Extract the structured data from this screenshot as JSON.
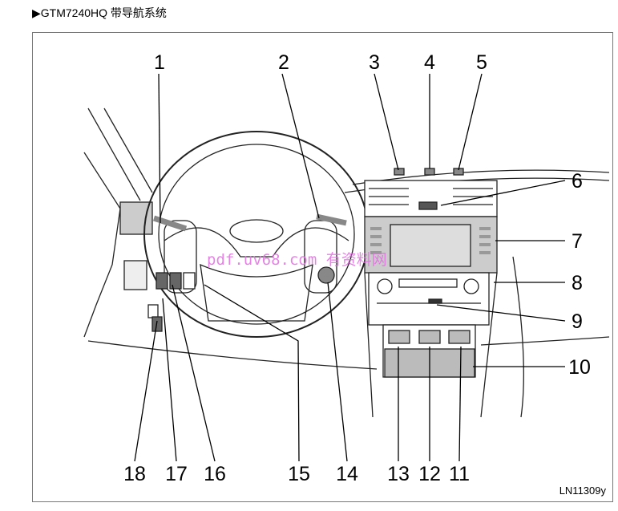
{
  "header": {
    "marker": "▶",
    "title": "GTM7240HQ 带导航系统"
  },
  "diagram": {
    "callouts": [
      "1",
      "2",
      "3",
      "4",
      "5",
      "6",
      "7",
      "8",
      "9",
      "10",
      "11",
      "12",
      "13",
      "14",
      "15",
      "16",
      "17",
      "18"
    ],
    "caption": "LN11309y"
  },
  "watermark": "pdf.uv68.com 有资料网"
}
